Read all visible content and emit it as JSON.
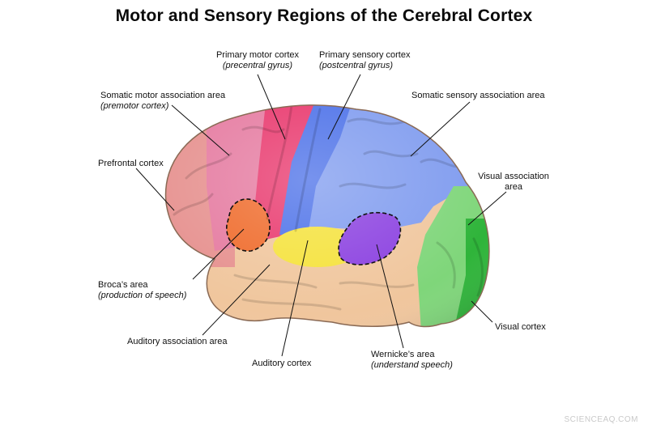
{
  "title": "Motor and Sensory Regions of the Cerebral Cortex",
  "watermark": "SCIENCEAQ.COM",
  "regions": {
    "primary_motor": {
      "name": "Primary motor cortex",
      "sub": "(precentral gyrus)",
      "color": "#e8356b"
    },
    "primary_sensory": {
      "name": "Primary sensory cortex",
      "sub": "(postcentral gyrus)",
      "color": "#4a6fe8"
    },
    "somatic_motor_assoc": {
      "name": "Somatic motor association area",
      "sub": "(premotor cortex)",
      "color": "#e57aa0"
    },
    "somatic_sensory_assoc": {
      "name": "Somatic sensory association area",
      "color": "#7f9bef"
    },
    "prefrontal": {
      "name": "Prefrontal cortex",
      "color": "#e6918f"
    },
    "visual_assoc": {
      "name": "Visual association area",
      "color": "#7fd67a"
    },
    "broca": {
      "name": "Broca’s area",
      "sub": "(production of speech)",
      "color": "#ef6a2a"
    },
    "visual": {
      "name": "Visual cortex",
      "color": "#2fb43a"
    },
    "auditory_assoc": {
      "name": "Auditory association area",
      "color": "#f0c69d"
    },
    "auditory": {
      "name": "Auditory cortex",
      "color": "#f5e23a"
    },
    "wernicke": {
      "name": "Wernicke’s area",
      "sub": "(understand speech)",
      "color": "#8a3fe0"
    }
  }
}
